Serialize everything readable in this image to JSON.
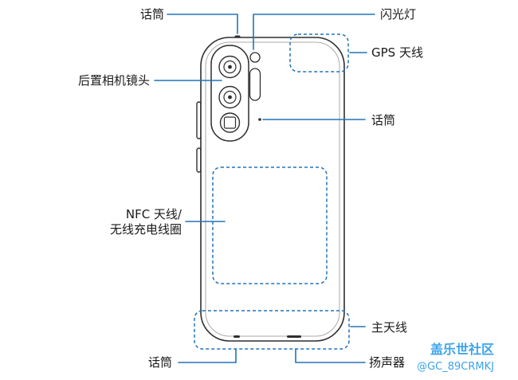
{
  "diagram": {
    "type": "phone-rear-view-callout-diagram",
    "labels": {
      "top_mic": "话筒",
      "flash": "闪光灯",
      "gps_antenna": "GPS 天线",
      "rear_camera": "后置相机镜头",
      "mid_mic": "话筒",
      "nfc_line1": "NFC 天线/",
      "nfc_line2": "无线充电线圈",
      "main_antenna": "主天线",
      "bottom_mic": "话筒",
      "speaker": "扬声器"
    },
    "watermark": {
      "community": "盖乐世社区",
      "user": "@GC_89CRMKJ"
    },
    "colors": {
      "callout_blue": "#2273b8",
      "watermark_blue": "#3ba3ea",
      "outline_dark": "#2f2f2f"
    }
  }
}
